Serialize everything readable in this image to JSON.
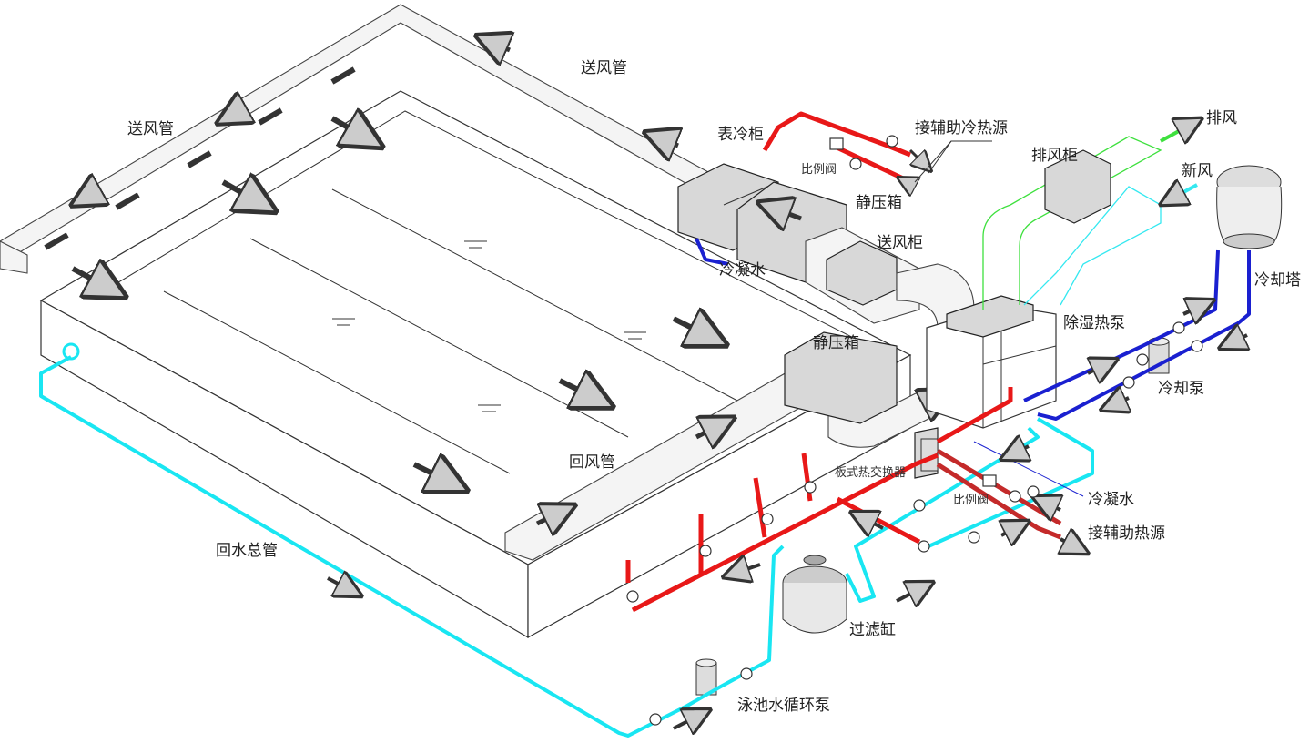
{
  "diagram": {
    "labels": {
      "supply_duct_left": "送风管",
      "supply_duct_top": "送风管",
      "surface_cooler": "表冷柜",
      "aux_hot_cold_source": "接辅助冷热源",
      "proportional_valve_top": "比例阀",
      "plenum_top": "静压箱",
      "supply_cabinet": "送风柜",
      "condensate_top": "冷凝水",
      "exhaust_cabinet": "排风柜",
      "exhaust_air": "排风",
      "fresh_air": "新风",
      "cooling_tower": "冷却塔",
      "dehumidify_heat_pump": "除湿热泵",
      "cooling_pump": "冷却泵",
      "plenum_bottom": "静压箱",
      "return_duct": "回风管",
      "plate_heat_exchanger": "板式热交换器",
      "proportional_valve_bottom": "比例阀",
      "condensate_bottom": "冷凝水",
      "aux_heat_source": "接辅助热源",
      "return_main": "回水总管",
      "filter_tank": "过滤缸",
      "pool_circulation_pump": "泳池水循环泵"
    },
    "colors": {
      "hot_water": "#e81818",
      "pool_water": "#19e6f2",
      "cooling_water": "#1a20d0",
      "exhaust_duct": "#3ee03e",
      "fresh_air_duct": "#35e8f0"
    }
  }
}
